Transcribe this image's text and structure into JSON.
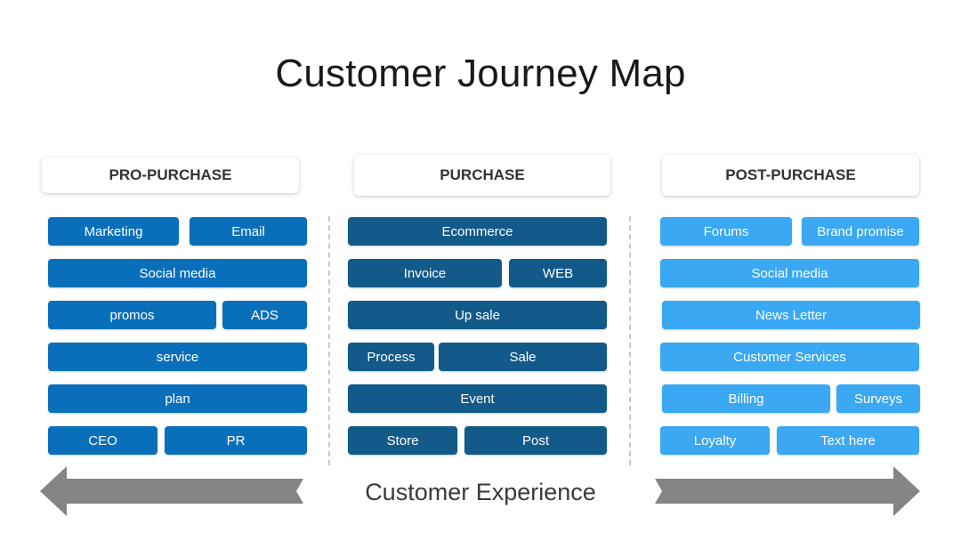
{
  "title": "Customer Journey Map",
  "footer": "Customer Experience",
  "colors": {
    "pro": "#0a6fba",
    "purchase": "#125a8a",
    "post": "#3aa8f2",
    "arrow": "#858585"
  },
  "columns": {
    "pro": {
      "header": "PRO-PURCHASE",
      "rows": [
        [
          "Marketing",
          "Email"
        ],
        [
          "Social media"
        ],
        [
          "promos",
          "ADS"
        ],
        [
          "service"
        ],
        [
          "plan"
        ],
        [
          "CEO",
          "PR"
        ]
      ]
    },
    "purchase": {
      "header": "PURCHASE",
      "rows": [
        [
          "Ecommerce"
        ],
        [
          "Invoice",
          "WEB"
        ],
        [
          "Up sale"
        ],
        [
          "Process",
          "Sale"
        ],
        [
          "Event"
        ],
        [
          "Store",
          "Post"
        ]
      ]
    },
    "post": {
      "header": "POST-PURCHASE",
      "rows": [
        [
          "Forums",
          "Brand promise"
        ],
        [
          "Social media"
        ],
        [
          "News Letter"
        ],
        [
          "Customer Services"
        ],
        [
          "Billing",
          "Surveys"
        ],
        [
          "Loyalty",
          "Text here"
        ]
      ]
    }
  }
}
